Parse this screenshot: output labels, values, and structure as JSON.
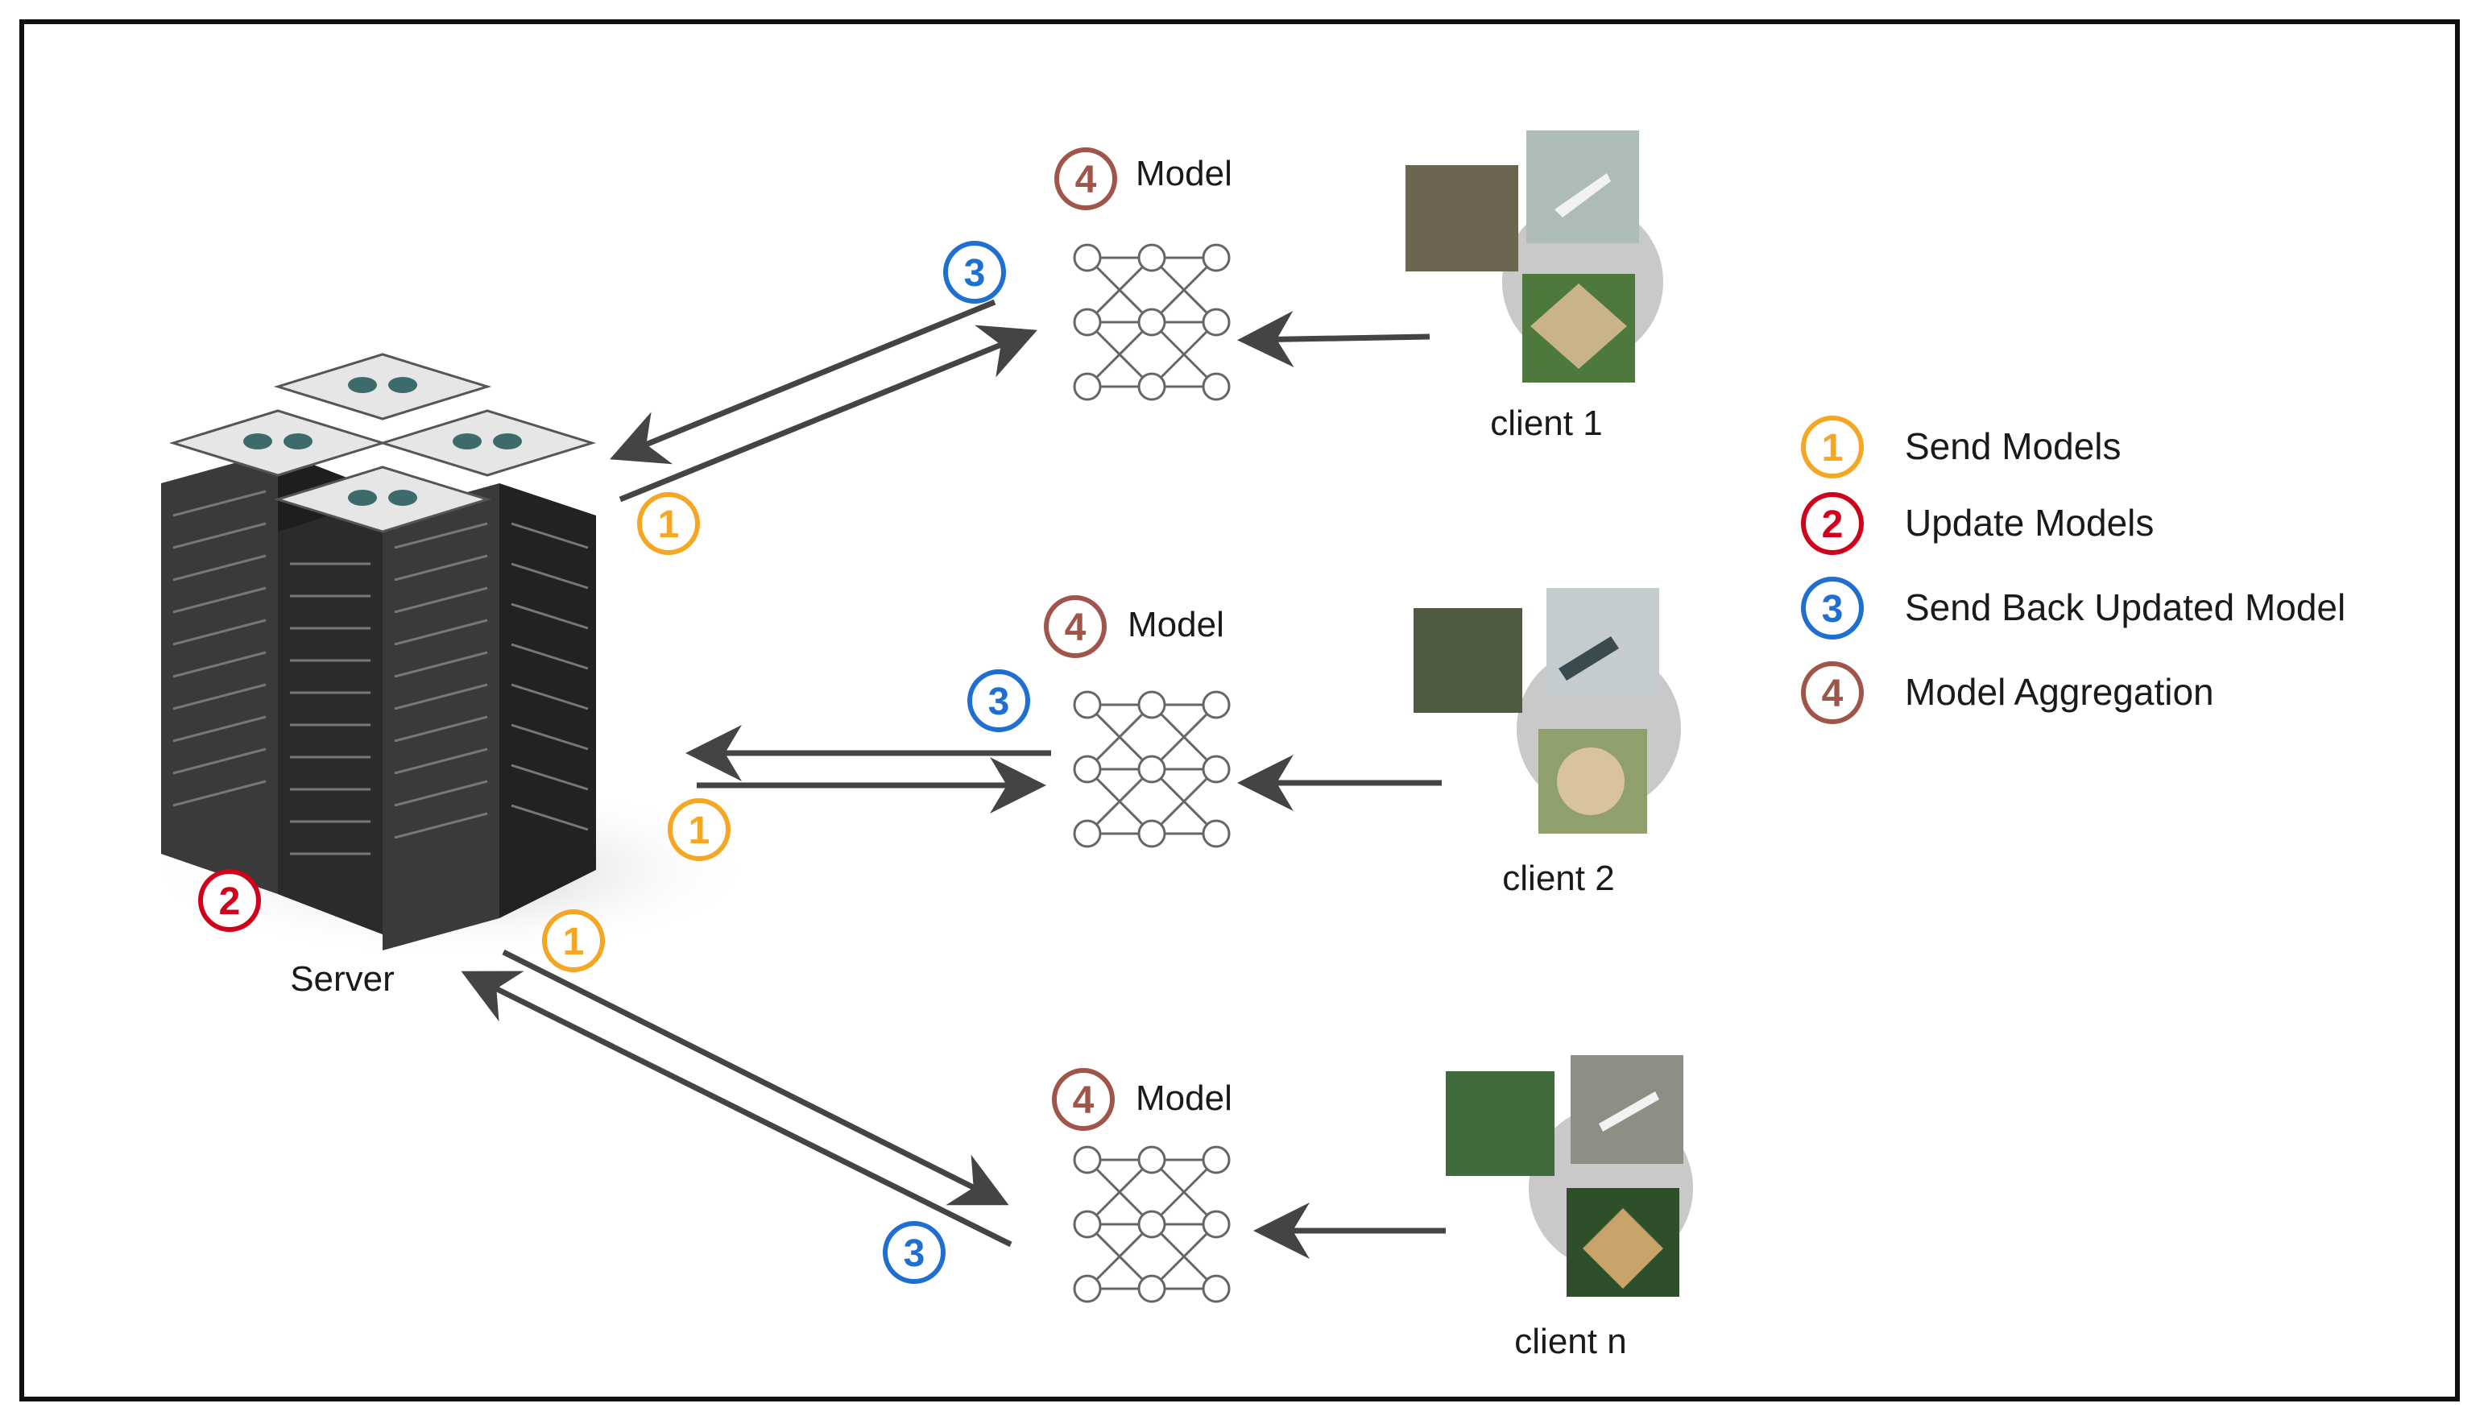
{
  "server": {
    "label": "Server"
  },
  "clients": [
    {
      "label": "client 1",
      "model_label": "Model"
    },
    {
      "label": "client 2",
      "model_label": "Model"
    },
    {
      "label": "client n",
      "model_label": "Model"
    }
  ],
  "steps": [
    {
      "number": "1",
      "label": "Send Models",
      "color": "#f5a623"
    },
    {
      "number": "2",
      "label": "Update Models",
      "color": "#d0021b"
    },
    {
      "number": "3",
      "label": "Send Back Updated Model",
      "color": "#1e6fd0"
    },
    {
      "number": "4",
      "label": "Model Aggregation",
      "color": "#a0554b"
    }
  ]
}
